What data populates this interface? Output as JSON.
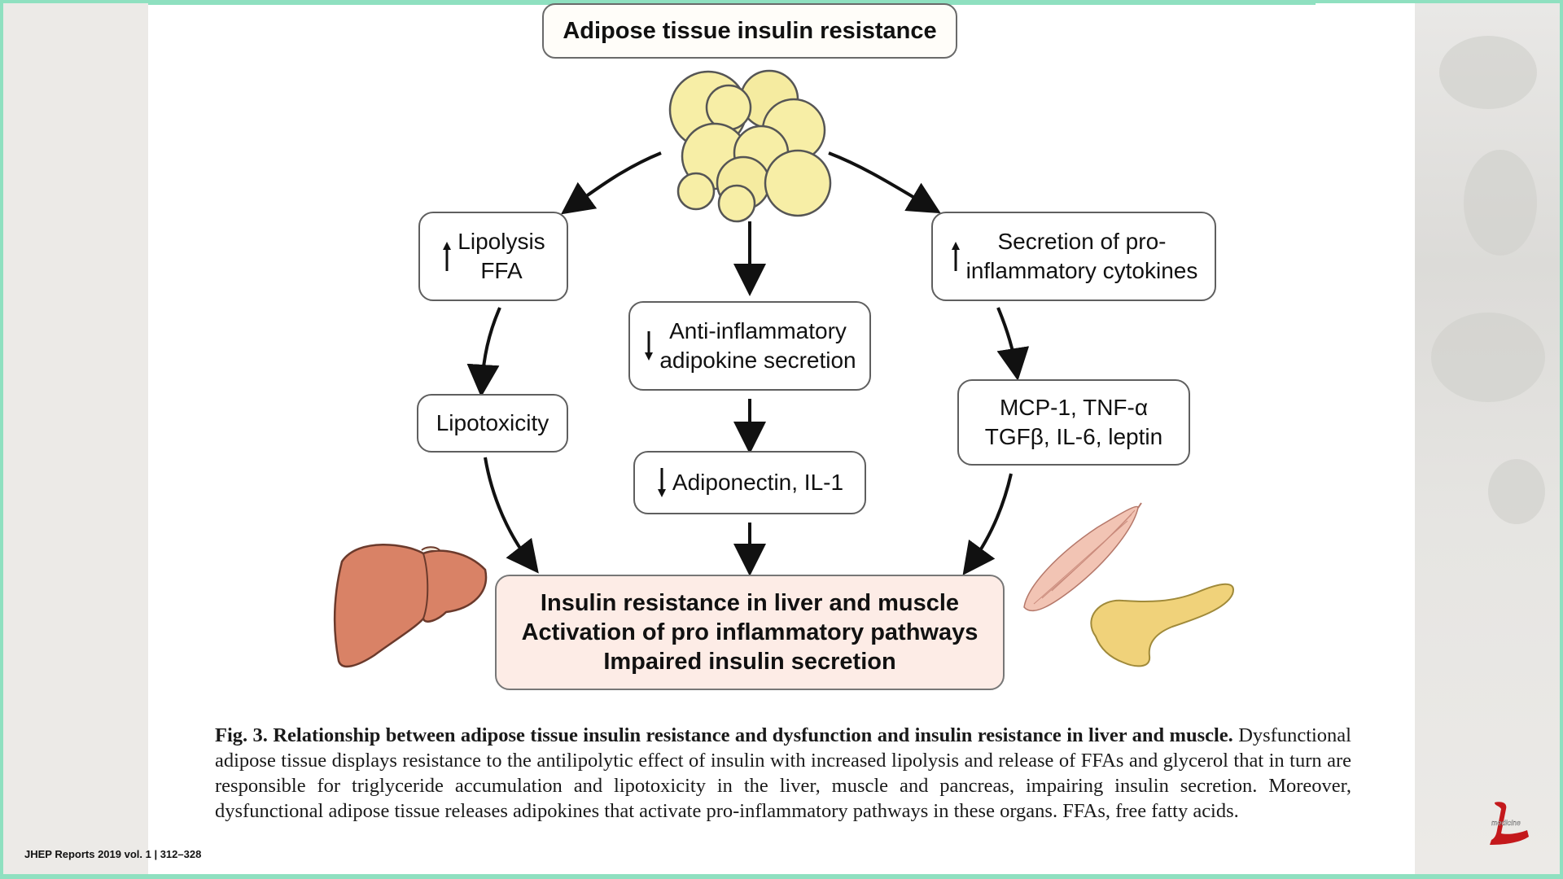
{
  "diagram": {
    "title": "Adipose tissue insulin resistance",
    "left_top": "Lipolysis\nFFA",
    "left_mid": "Lipotoxicity",
    "center_top": "Anti-inflammatory\nadipokine secretion",
    "center_mid": "Adiponectin, IL-1",
    "right_top": "Secretion of pro-\ninflammatory cytokines",
    "right_mid": "MCP-1, TNF-α\nTGFβ, IL-6, leptin",
    "result_lines": [
      "Insulin resistance in liver and muscle",
      "Activation of pro inflammatory pathways",
      "Impaired insulin secretion"
    ],
    "organs": [
      "adipocyte-cluster",
      "liver",
      "muscle",
      "pancreas"
    ]
  },
  "caption": {
    "heading": "Fig. 3. Relationship between adipose tissue insulin resistance and dysfunction and insulin resistance in liver and muscle.",
    "body": "Dysfunctional adipose tissue displays resistance to the antilipolytic effect of insulin with increased lipolysis and release of FFAs and glycerol that in turn are responsible for triglyceride accumulation and lipotoxicity in the liver, muscle and pancreas, impairing insulin secretion. Moreover, dysfunctional adipose tissue releases adipokines that activate pro-inflammatory pathways in these organs. FFAs, free fatty acids."
  },
  "reference": "JHEP Reports 2019 vol. 1 | 312–328",
  "logo_text": "medicine",
  "colors": {
    "frame": "#8fe0c0",
    "result_fill": "#fdece6",
    "adipocyte": "#f7eea6",
    "liver": "#d98266",
    "muscle": "#f2c4b4",
    "pancreas": "#f0d27a"
  }
}
